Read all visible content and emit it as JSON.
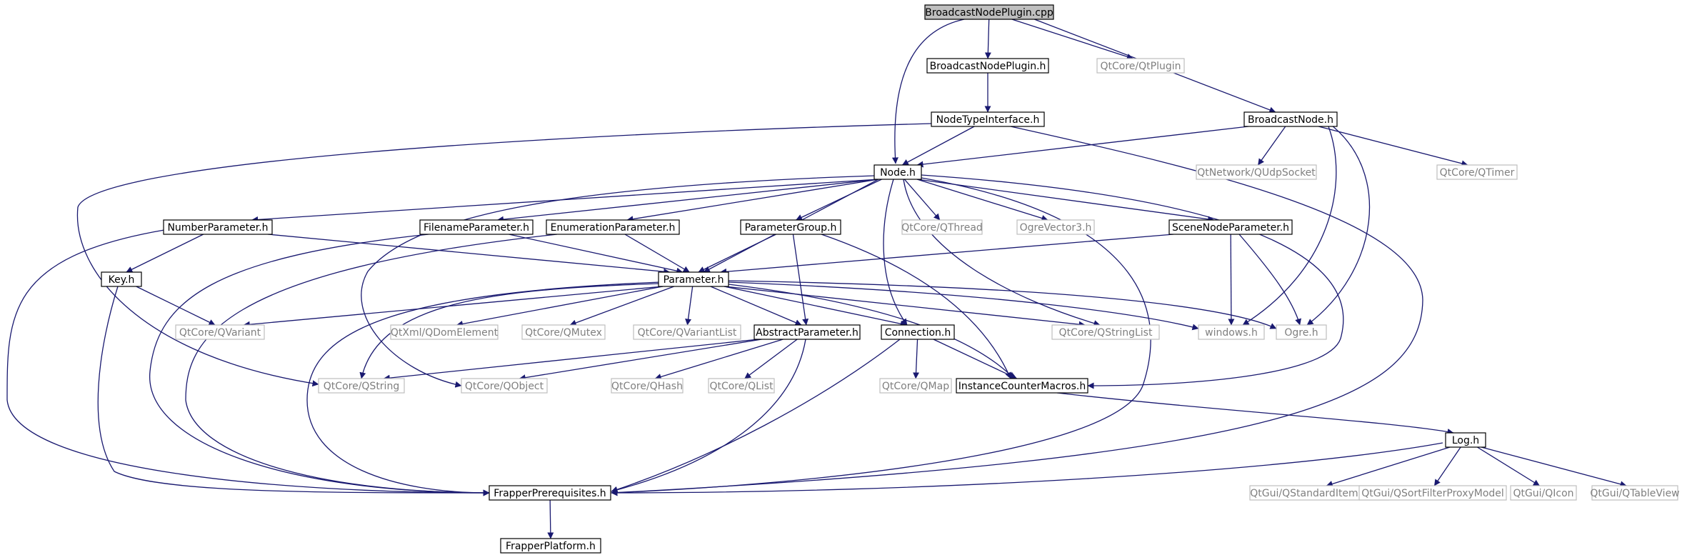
{
  "graph": {
    "title": "BroadcastNodePlugin.cpp",
    "colors": {
      "edge": "#191970",
      "box_dark": "#000000",
      "box_light": "#bfbfbf",
      "text_dark": "#000000",
      "text_light": "#7f7f7f",
      "root_fill": "#bfbfbf",
      "fill": "#ffffff"
    },
    "nodes": [
      {
        "id": "root",
        "label": "BroadcastNodePlugin.cpp",
        "style": "root"
      },
      {
        "id": "bnp_h",
        "label": "BroadcastNodePlugin.h",
        "style": "dark"
      },
      {
        "id": "qtplugin",
        "label": "QtCore/QtPlugin",
        "style": "light"
      },
      {
        "id": "nti",
        "label": "NodeTypeInterface.h",
        "style": "dark"
      },
      {
        "id": "bn_h",
        "label": "BroadcastNode.h",
        "style": "dark"
      },
      {
        "id": "qudp",
        "label": "QtNetwork/QUdpSocket",
        "style": "light"
      },
      {
        "id": "qtimer",
        "label": "QtCore/QTimer",
        "style": "light"
      },
      {
        "id": "node_h",
        "label": "Node.h",
        "style": "dark"
      },
      {
        "id": "numparam",
        "label": "NumberParameter.h",
        "style": "dark"
      },
      {
        "id": "fileparam",
        "label": "FilenameParameter.h",
        "style": "dark"
      },
      {
        "id": "enumparam",
        "label": "EnumerationParameter.h",
        "style": "dark"
      },
      {
        "id": "paramgroup",
        "label": "ParameterGroup.h",
        "style": "dark"
      },
      {
        "id": "qthread",
        "label": "QtCore/QThread",
        "style": "light"
      },
      {
        "id": "ogrevec",
        "label": "OgreVector3.h",
        "style": "light"
      },
      {
        "id": "scenenode",
        "label": "SceneNodeParameter.h",
        "style": "dark"
      },
      {
        "id": "key_h",
        "label": "Key.h",
        "style": "dark"
      },
      {
        "id": "param_h",
        "label": "Parameter.h",
        "style": "dark"
      },
      {
        "id": "qvariant",
        "label": "QtCore/QVariant",
        "style": "light"
      },
      {
        "id": "qdom",
        "label": "QtXml/QDomElement",
        "style": "light"
      },
      {
        "id": "qmutex",
        "label": "QtCore/QMutex",
        "style": "light"
      },
      {
        "id": "qvarlist",
        "label": "QtCore/QVariantList",
        "style": "light"
      },
      {
        "id": "absparam",
        "label": "AbstractParameter.h",
        "style": "dark"
      },
      {
        "id": "conn_h",
        "label": "Connection.h",
        "style": "dark"
      },
      {
        "id": "qstrlist",
        "label": "QtCore/QStringList",
        "style": "light"
      },
      {
        "id": "windows",
        "label": "windows.h",
        "style": "light"
      },
      {
        "id": "ogre_h",
        "label": "Ogre.h",
        "style": "light"
      },
      {
        "id": "qstring",
        "label": "QtCore/QString",
        "style": "light"
      },
      {
        "id": "qobject",
        "label": "QtCore/QObject",
        "style": "light"
      },
      {
        "id": "qhash",
        "label": "QtCore/QHash",
        "style": "light"
      },
      {
        "id": "qlist",
        "label": "QtCore/QList",
        "style": "light"
      },
      {
        "id": "qmap",
        "label": "QtCore/QMap",
        "style": "light"
      },
      {
        "id": "icm",
        "label": "InstanceCounterMacros.h",
        "style": "dark"
      },
      {
        "id": "log_h",
        "label": "Log.h",
        "style": "dark"
      },
      {
        "id": "frapprereq",
        "label": "FrapperPrerequisites.h",
        "style": "dark"
      },
      {
        "id": "qsim",
        "label": "QtGui/QStandardItemModel",
        "style": "light"
      },
      {
        "id": "qsfpm",
        "label": "QtGui/QSortFilterProxyModel",
        "style": "light"
      },
      {
        "id": "qicon",
        "label": "QtGui/QIcon",
        "style": "light"
      },
      {
        "id": "qtv",
        "label": "QtGui/QTableView",
        "style": "light"
      },
      {
        "id": "frapplat",
        "label": "FrapperPlatform.h",
        "style": "dark"
      }
    ],
    "edges": [
      [
        "root",
        "bnp_h"
      ],
      [
        "root",
        "qtplugin"
      ],
      [
        "root",
        "bn_h"
      ],
      [
        "root",
        "node_h"
      ],
      [
        "bnp_h",
        "nti"
      ],
      [
        "nti",
        "node_h"
      ],
      [
        "nti",
        "qstring"
      ],
      [
        "nti",
        "frapprereq"
      ],
      [
        "bn_h",
        "node_h"
      ],
      [
        "bn_h",
        "qudp"
      ],
      [
        "bn_h",
        "qtimer"
      ],
      [
        "bn_h",
        "windows"
      ],
      [
        "bn_h",
        "ogre_h"
      ],
      [
        "node_h",
        "numparam"
      ],
      [
        "node_h",
        "fileparam"
      ],
      [
        "node_h",
        "enumparam"
      ],
      [
        "node_h",
        "paramgroup"
      ],
      [
        "node_h",
        "qthread"
      ],
      [
        "node_h",
        "ogrevec"
      ],
      [
        "node_h",
        "scenenode"
      ],
      [
        "node_h",
        "param_h"
      ],
      [
        "node_h",
        "conn_h"
      ],
      [
        "node_h",
        "qstrlist"
      ],
      [
        "node_h",
        "qobject"
      ],
      [
        "node_h",
        "icm"
      ],
      [
        "node_h",
        "frapprereq"
      ],
      [
        "numparam",
        "key_h"
      ],
      [
        "numparam",
        "param_h"
      ],
      [
        "numparam",
        "frapprereq"
      ],
      [
        "fileparam",
        "param_h"
      ],
      [
        "fileparam",
        "frapprereq"
      ],
      [
        "enumparam",
        "param_h"
      ],
      [
        "enumparam",
        "frapprereq"
      ],
      [
        "paramgroup",
        "param_h"
      ],
      [
        "paramgroup",
        "absparam"
      ],
      [
        "paramgroup",
        "icm"
      ],
      [
        "scenenode",
        "param_h"
      ],
      [
        "scenenode",
        "windows"
      ],
      [
        "scenenode",
        "ogre_h"
      ],
      [
        "key_h",
        "qvariant"
      ],
      [
        "key_h",
        "frapprereq"
      ],
      [
        "param_h",
        "qvariant"
      ],
      [
        "param_h",
        "qdom"
      ],
      [
        "param_h",
        "qmutex"
      ],
      [
        "param_h",
        "qvarlist"
      ],
      [
        "param_h",
        "absparam"
      ],
      [
        "param_h",
        "conn_h"
      ],
      [
        "param_h",
        "qstrlist"
      ],
      [
        "param_h",
        "windows"
      ],
      [
        "param_h",
        "ogre_h"
      ],
      [
        "param_h",
        "qstring"
      ],
      [
        "param_h",
        "icm"
      ],
      [
        "param_h",
        "frapprereq"
      ],
      [
        "absparam",
        "qstring"
      ],
      [
        "absparam",
        "qobject"
      ],
      [
        "absparam",
        "qhash"
      ],
      [
        "absparam",
        "qlist"
      ],
      [
        "absparam",
        "frapprereq"
      ],
      [
        "conn_h",
        "qmap"
      ],
      [
        "conn_h",
        "icm"
      ],
      [
        "conn_h",
        "frapprereq"
      ],
      [
        "icm",
        "log_h"
      ],
      [
        "log_h",
        "frapprereq"
      ],
      [
        "log_h",
        "qsim"
      ],
      [
        "log_h",
        "qsfpm"
      ],
      [
        "log_h",
        "qicon"
      ],
      [
        "log_h",
        "qtv"
      ],
      [
        "frapprereq",
        "frapplat"
      ]
    ]
  }
}
